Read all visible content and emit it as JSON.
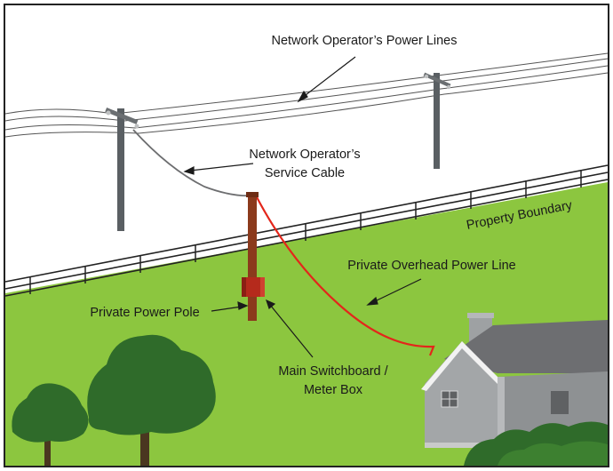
{
  "labels": {
    "power_lines": "Network Operator’s Power Lines",
    "service_cable_1": "Network Operator’s",
    "service_cable_2": "Service Cable",
    "property_boundary": "Property Boundary",
    "overhead_line": "Private Overhead Power Line",
    "power_pole": "Private Power Pole",
    "switchboard_1": "Main Switchboard /",
    "switchboard_2": "Meter Box"
  },
  "colors": {
    "grass": "#8cc63f",
    "sky": "#ffffff",
    "frame": "#222222",
    "network_pole": "#5a5f63",
    "private_pole": "#8b3a1c",
    "meter_box": "#b52a1c",
    "overhead_line": "#e3261b",
    "service_cable": "#6d6e70",
    "house_wall": "#9ea1a3",
    "house_roof": "#6d6e71",
    "tree": "#2f6b2a"
  }
}
